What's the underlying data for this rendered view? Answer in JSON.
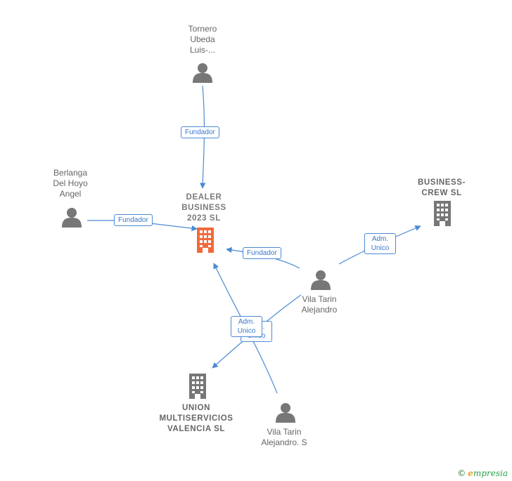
{
  "nodes": {
    "dealer": {
      "label": "DEALER BUSINESS 2023 SL",
      "lines": [
        "DEALER",
        "BUSINESS",
        "2023  SL"
      ],
      "type": "company",
      "color": "#f26a3a"
    },
    "tornero": {
      "label": "Tornero Ubeda Luis-...",
      "lines": [
        "Tornero",
        "Ubeda",
        "Luis-..."
      ],
      "type": "person"
    },
    "berlanga": {
      "label": "Berlanga Del Hoyo Angel",
      "lines": [
        "Berlanga",
        "Del Hoyo",
        "Angel"
      ],
      "type": "person"
    },
    "business_crew": {
      "label": "BUSINESS-CREW SL",
      "lines": [
        "BUSINESS-",
        "CREW  SL"
      ],
      "type": "company"
    },
    "vila1": {
      "label": "Vila Tarin Alejandro",
      "lines": [
        "Vila Tarin",
        "Alejandro"
      ],
      "type": "person"
    },
    "union": {
      "label": "UNION MULTISERVICIOS VALENCIA SL",
      "lines": [
        "UNION",
        "MULTISERVICIOS",
        "VALENCIA  SL"
      ],
      "type": "company"
    },
    "vila2": {
      "label": "Vila Tarin Alejandro. S",
      "lines": [
        "Vila Tarin",
        "Alejandro.  S"
      ],
      "type": "person"
    }
  },
  "edges": [
    {
      "from": "tornero",
      "to": "dealer",
      "label": "Fundador"
    },
    {
      "from": "berlanga",
      "to": "dealer",
      "label": "Fundador"
    },
    {
      "from": "vila1",
      "to": "dealer",
      "label": "Fundador"
    },
    {
      "from": "vila1",
      "to": "business_crew",
      "label": "Adm. Unico"
    },
    {
      "from": "vila1",
      "to": "union",
      "label": "Adm. Unico"
    },
    {
      "from": "vila2",
      "to": "dealer",
      "label": "Adm. Unico"
    }
  ],
  "colors": {
    "edge": "#4a89d4",
    "person": "#777777",
    "company": "#777777",
    "highlight": "#f26a3a"
  },
  "icons": {
    "person": "person-icon",
    "company": "building-icon"
  },
  "brand": {
    "copyright": "©",
    "initial": "e",
    "name": "mpresia"
  }
}
